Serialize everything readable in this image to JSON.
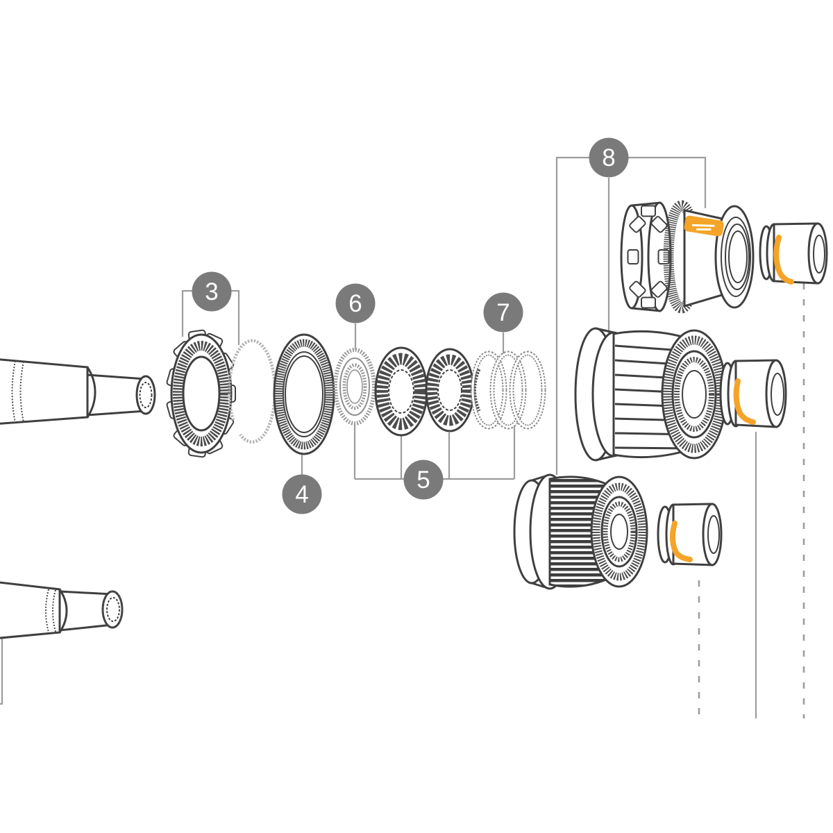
{
  "badges": [
    {
      "number": "3"
    },
    {
      "number": "4"
    },
    {
      "number": "5"
    },
    {
      "number": "6"
    },
    {
      "number": "7"
    },
    {
      "number": "8"
    }
  ],
  "callouts": [
    {
      "number": "3",
      "points_to": [
        "ratchet-lockring",
        "snap-ring"
      ]
    },
    {
      "number": "4",
      "points_to": [
        "hub-seal-ring"
      ]
    },
    {
      "number": "5",
      "points_to": [
        "spring-washer",
        "ratchet-ring-front",
        "ratchet-ring-rear",
        "ratchet-spring"
      ]
    },
    {
      "number": "6",
      "points_to": [
        "spring-washer"
      ]
    },
    {
      "number": "7",
      "points_to": [
        "ratchet-spring"
      ]
    },
    {
      "number": "8",
      "points_to": [
        "freehub-body-xd",
        "freehub-body-hg",
        "freehub-body-microspline"
      ]
    }
  ],
  "parts": [
    "front-axle",
    "rear-axle",
    "ratchet-lockring",
    "snap-ring",
    "hub-seal-ring",
    "spring-washer",
    "ratchet-ring-front",
    "ratchet-ring-rear",
    "ratchet-spring",
    "freehub-body-xd",
    "freehub-body-hg",
    "freehub-body-microspline",
    "end-cap-top",
    "end-cap-middle",
    "end-cap-bottom"
  ],
  "colors": {
    "badge_fill": "#7a7a7a",
    "badge_text": "#ffffff",
    "accent_orange": "#F4A428",
    "outline": "#3f3f3f",
    "callout_line": "#9c9c9c",
    "background": "#ffffff"
  }
}
